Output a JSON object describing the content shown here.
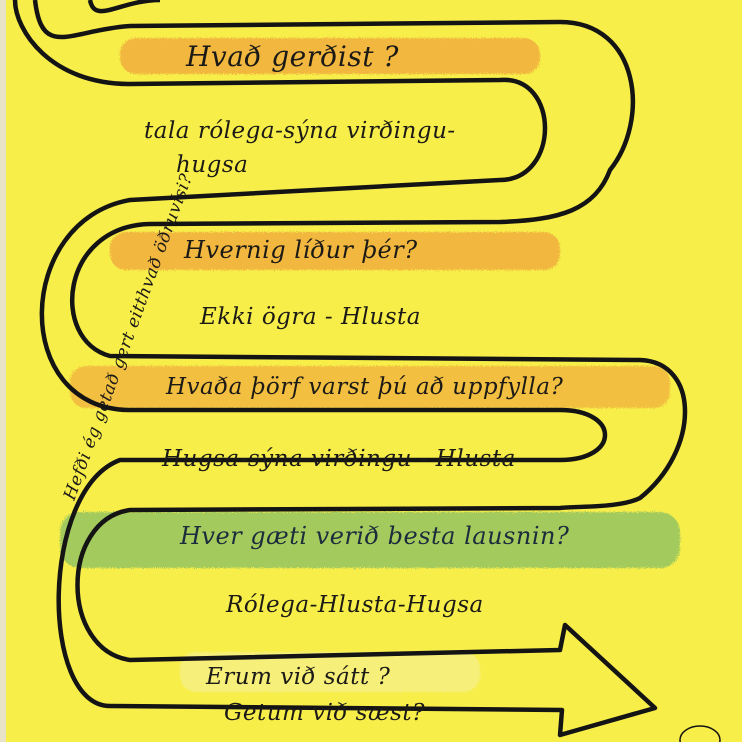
{
  "colors": {
    "paper": "#f7ee4a",
    "ink": "#141414",
    "highlight_orange": "#f0a13a",
    "highlight_green": "#5fae6e"
  },
  "sections": [
    {
      "question": "Hvað gerðist ?",
      "answer_lines": [
        "tala rólega-sýna virðingu-",
        "hugsa"
      ]
    },
    {
      "question": "Hvernig líður þér?",
      "answer_lines": [
        "Ekki ögra - Hlusta"
      ]
    },
    {
      "question": "Hvaða þörf varst þú að uppfylla?",
      "answer_lines": [
        "Hugsa-sýna virðingu - Hlusta"
      ]
    },
    {
      "question": "Hver gæti verið besta lausnin?",
      "answer_lines": [
        "Rólega-Hlusta-Hugsa"
      ]
    }
  ],
  "ending": [
    "Erum við sátt ?",
    "Getum við sæst?"
  ],
  "side_note": "Hefði ég getað gert eitthvað öðruvísi?"
}
